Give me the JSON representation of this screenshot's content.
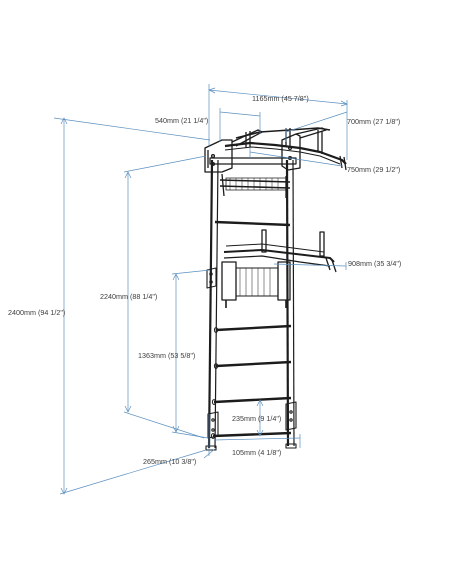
{
  "colors": {
    "background": "#ffffff",
    "frame": "#1c1c1c",
    "dimension_line": "#5b8fbf",
    "dimension_text": "#3d3d3d"
  },
  "dimensions": {
    "width_total": "1165mm (45 7/8\")",
    "bar_width": "540mm (21 1/4\")",
    "bar_depth_top": "700mm (27 1/8\")",
    "bar_depth_bottom": "750mm (29 1/2\")",
    "height_total": "2400mm (94 1/2\")",
    "height_bar": "2240mm (88 1/4\")",
    "height_dip": "1363mm (53 5/8\")",
    "dip_depth": "908mm (35 3/4\")",
    "rung_spacing": "235mm (9 1/4\")",
    "foot_depth": "265mm (10 3/8\")",
    "wall_offset": "105mm (4 1/8\")"
  }
}
